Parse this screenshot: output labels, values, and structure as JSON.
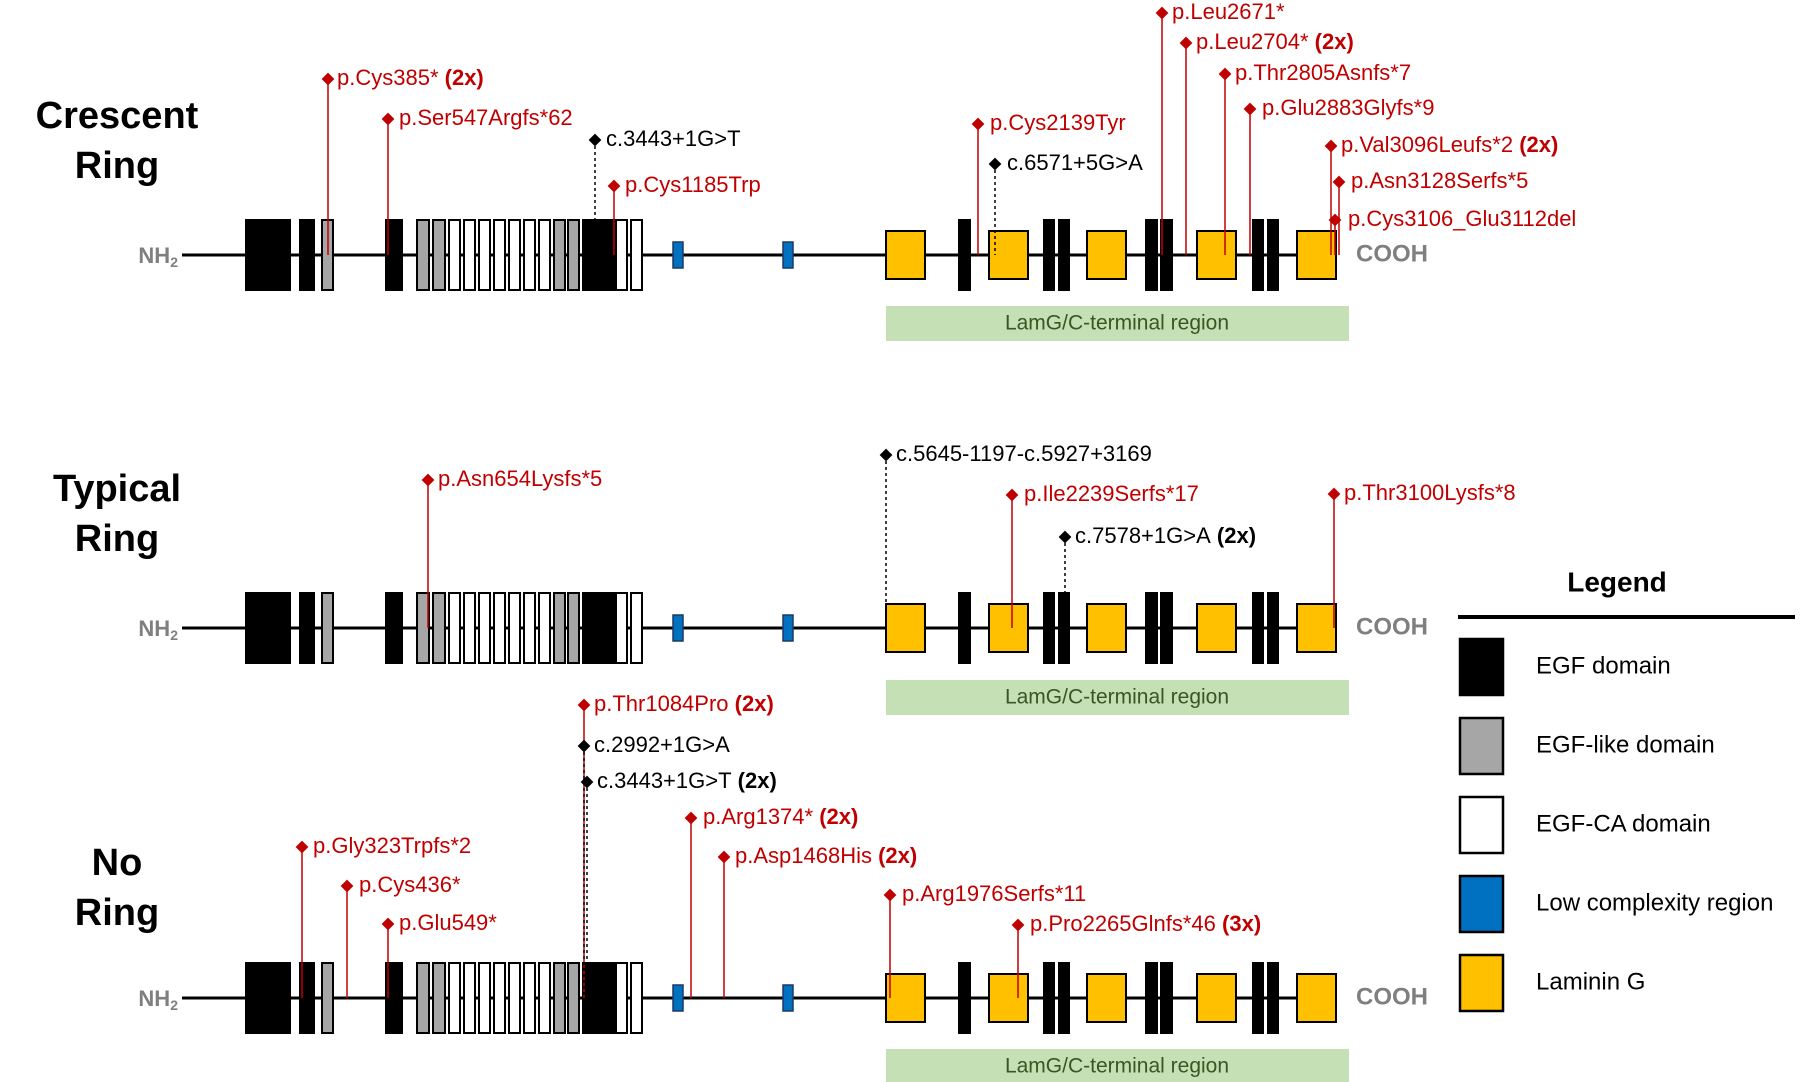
{
  "colors": {
    "egf": "#000000",
    "egf_like": "#a6a6a6",
    "egf_ca": "#ffffff",
    "low_complexity": "#0070c0",
    "laminin_g": "#ffc000",
    "region_fill": "#c5e0b4",
    "region_text": "#385723",
    "protein_variant": "#c00000",
    "splice_variant": "#000000",
    "terminus_text": "#7f7f7f"
  },
  "terminus": {
    "n": "NH",
    "n_sub": "2",
    "c": "COOH"
  },
  "region_label": "LamG/C-terminal region",
  "rows": [
    {
      "title": [
        "Crescent",
        "Ring"
      ],
      "variants": [
        {
          "text": "p.Cys385*",
          "count": "(2x)",
          "kind": "protein"
        },
        {
          "text": "p.Ser547Argfs*62",
          "count": "",
          "kind": "protein"
        },
        {
          "text": "c.3443+1G>T",
          "count": "",
          "kind": "splice"
        },
        {
          "text": "p.Cys1185Trp",
          "count": "",
          "kind": "protein"
        },
        {
          "text": "p.Cys2139Tyr",
          "count": "",
          "kind": "protein"
        },
        {
          "text": "c.6571+5G>A",
          "count": "",
          "kind": "splice"
        },
        {
          "text": "p.Leu2671*",
          "count": "",
          "kind": "protein"
        },
        {
          "text": "p.Leu2704*",
          "count": "(2x)",
          "kind": "protein"
        },
        {
          "text": "p.Thr2805Asnfs*7",
          "count": "",
          "kind": "protein"
        },
        {
          "text": "p.Glu2883Glyfs*9",
          "count": "",
          "kind": "protein"
        },
        {
          "text": "p.Val3096Leufs*2",
          "count": "(2x)",
          "kind": "protein"
        },
        {
          "text": "p.Asn3128Serfs*5",
          "count": "",
          "kind": "protein"
        },
        {
          "text": "p.Cys3106_Glu3112del",
          "count": "",
          "kind": "protein"
        }
      ]
    },
    {
      "title": [
        "Typical",
        "Ring"
      ],
      "variants": [
        {
          "text": "p.Asn654Lysfs*5",
          "count": "",
          "kind": "protein"
        },
        {
          "text": "c.5645-1197-c.5927+3169",
          "count": "",
          "kind": "splice"
        },
        {
          "text": "p.Ile2239Serfs*17",
          "count": "",
          "kind": "protein"
        },
        {
          "text": "c.7578+1G>A",
          "count": "(2x)",
          "kind": "splice"
        },
        {
          "text": "p.Thr3100Lysfs*8",
          "count": "",
          "kind": "protein"
        }
      ]
    },
    {
      "title": [
        "No",
        "Ring"
      ],
      "variants": [
        {
          "text": "p.Thr1084Pro",
          "count": "(2x)",
          "kind": "protein"
        },
        {
          "text": "c.2992+1G>A",
          "count": "",
          "kind": "splice"
        },
        {
          "text": "c.3443+1G>T",
          "count": "(2x)",
          "kind": "splice"
        },
        {
          "text": "p.Arg1374*",
          "count": "(2x)",
          "kind": "protein"
        },
        {
          "text": "p.Asp1468His",
          "count": "(2x)",
          "kind": "protein"
        },
        {
          "text": "p.Gly323Trpfs*2",
          "count": "",
          "kind": "protein"
        },
        {
          "text": "p.Cys436*",
          "count": "",
          "kind": "protein"
        },
        {
          "text": "p.Glu549*",
          "count": "",
          "kind": "protein"
        },
        {
          "text": "p.Arg1976Serfs*11",
          "count": "",
          "kind": "protein"
        },
        {
          "text": "p.Pro2265Glnfs*46",
          "count": "(3x)",
          "kind": "protein"
        }
      ]
    }
  ],
  "legend": {
    "title": "Legend",
    "items": [
      {
        "label": "EGF domain",
        "color_key": "egf"
      },
      {
        "label": "EGF-like domain",
        "color_key": "egf_like"
      },
      {
        "label": "EGF-CA domain",
        "color_key": "egf_ca"
      },
      {
        "label": "Low complexity region",
        "color_key": "low_complexity"
      },
      {
        "label": "Laminin G",
        "color_key": "laminin_g"
      }
    ]
  }
}
